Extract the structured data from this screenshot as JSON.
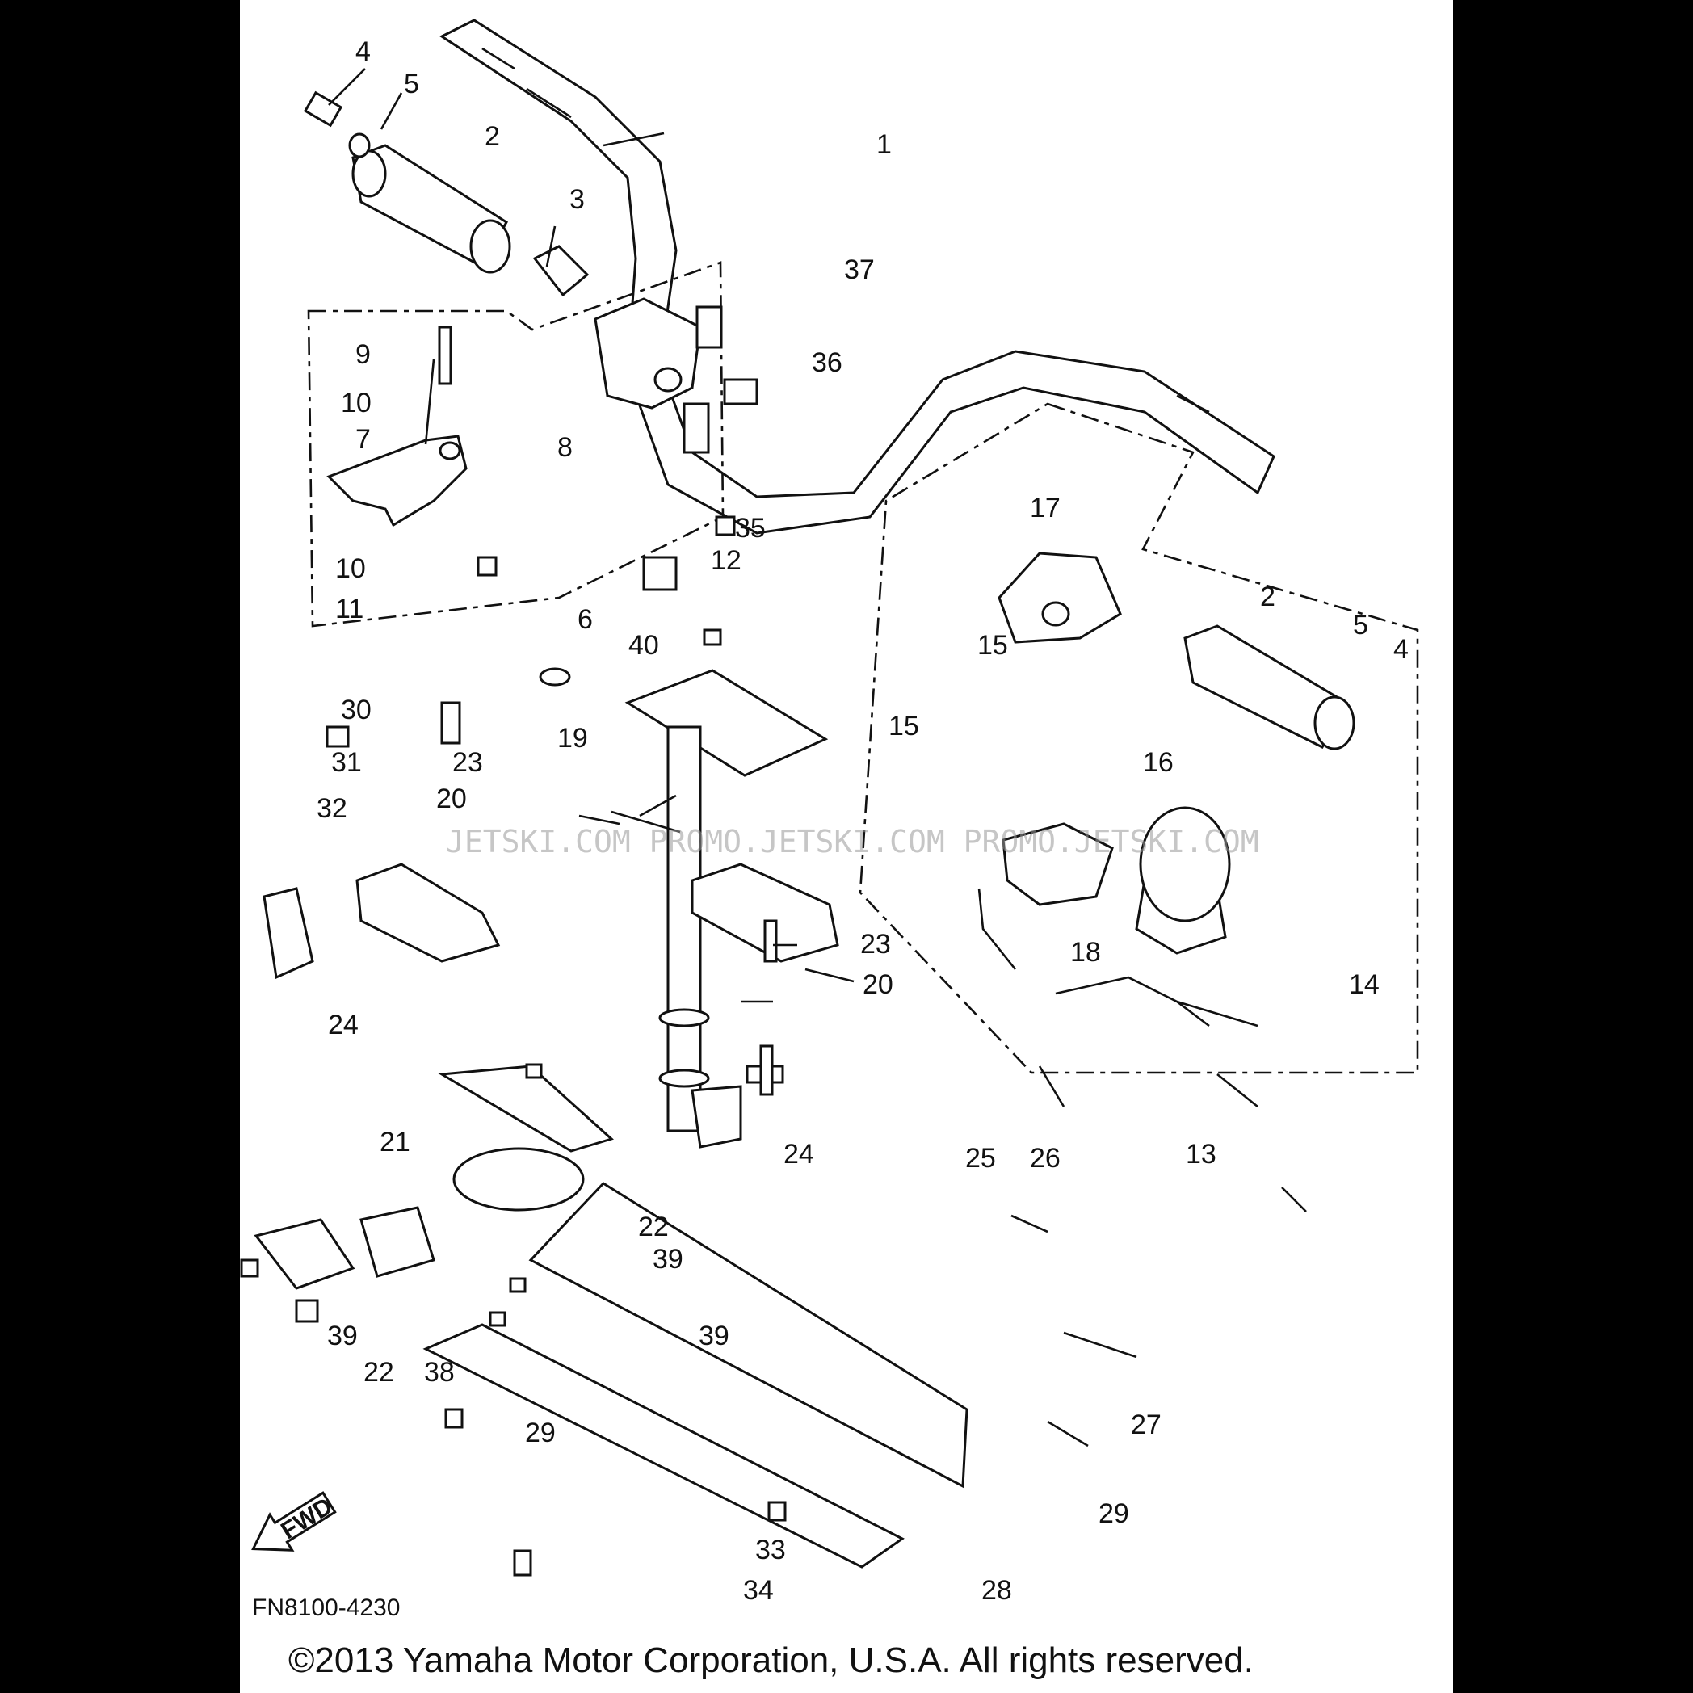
{
  "diagram": {
    "part_numbers": [
      "1",
      "2",
      "3",
      "4",
      "5",
      "6",
      "7",
      "8",
      "9",
      "10",
      "11",
      "12",
      "13",
      "14",
      "15",
      "16",
      "17",
      "18",
      "19",
      "20",
      "21",
      "22",
      "23",
      "24",
      "25",
      "26",
      "27",
      "28",
      "29",
      "30",
      "31",
      "32",
      "33",
      "34",
      "35",
      "36",
      "37",
      "38",
      "39",
      "40"
    ],
    "forward_badge": "FWD",
    "drawing_code": "FN8100-4230",
    "watermark": "JETSKI.COM  PROMO.JETSKI.COM  PROMO.JETSKI.COM",
    "copyright": "©2013 Yamaha Motor Corporation, U.S.A. All rights reserved."
  },
  "colors": {
    "background": "#000000",
    "sheet": "#ffffff",
    "ink": "#111111"
  }
}
